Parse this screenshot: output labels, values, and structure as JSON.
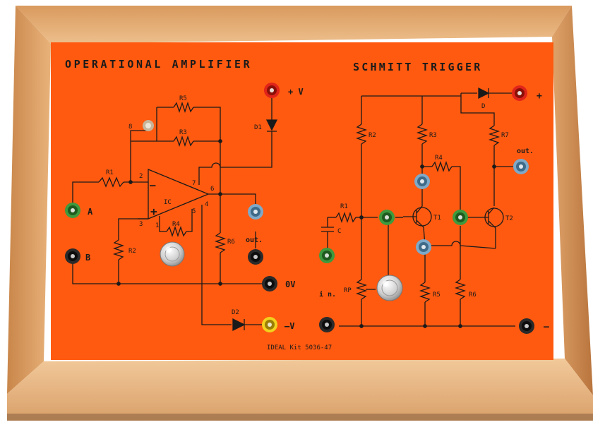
{
  "panel": {
    "left_title": "OPERATIONAL AMPLIFIER",
    "right_title": "SCHMITT TRIGGER",
    "footer_text": "IDEAL Kit 5036-47"
  },
  "opamp": {
    "components": {
      "r5": "R5",
      "r3": "R3",
      "r1": "R1",
      "r2": "R2",
      "r4": "R4",
      "r6": "R6",
      "d1": "D1",
      "d2": "D2",
      "ic": "IC",
      "minus_sign": "—",
      "plus_sign": "+",
      "pin_2": "2",
      "pin_3": "3",
      "pin_4": "4",
      "pin_5": "5",
      "pin_6": "6",
      "pin_7": "7",
      "pin_1": "1",
      "pin_8": "8"
    },
    "terminals": {
      "plus_v": "+ V",
      "minus_v": "–V",
      "zero_v": "0V",
      "input_a": "A",
      "input_b": "B",
      "out": "out."
    }
  },
  "schmitt": {
    "components": {
      "r1": "R1",
      "r2": "R2",
      "r3": "R3",
      "r4": "R4",
      "r5": "R5",
      "r6": "R6",
      "r7": "R7",
      "rp": "RP",
      "c": "C",
      "d": "D",
      "t1": "T1",
      "t2": "T2"
    },
    "terminals": {
      "plus": "+",
      "minus": "–",
      "in": "i n.",
      "out": "out."
    }
  },
  "colors": {
    "panel_orange": "#FF5A10",
    "wood": "#E6B07A",
    "jack_red": "#E0241A",
    "jack_green": "#3E9A3E",
    "jack_blue": "#7FA9C8",
    "jack_black": "#2A2A2A",
    "jack_yellow": "#F2D21E"
  }
}
